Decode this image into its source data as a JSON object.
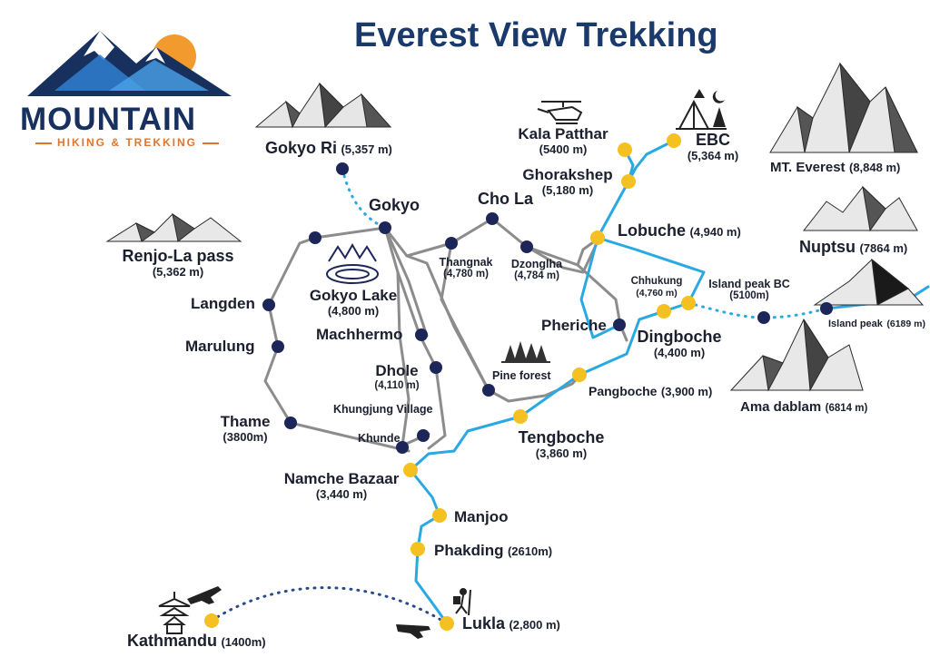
{
  "title": "Everest View Trekking",
  "logo": {
    "word": "MOUNTAIN",
    "tagline": "HIKING & TREKKING"
  },
  "colors": {
    "trek_route": "#29a9e1",
    "alt_route": "#8c8c8c",
    "major_stop": "#f5c022",
    "minor_stop": "#1c2658",
    "title": "#1a3a6b",
    "logo_accent": "#e0752c"
  },
  "icons": [
    "mountain-logo-icon",
    "helicopter-icon",
    "tent-icon",
    "moon-icon",
    "tree-icon",
    "pine-forest-icon",
    "gokyo-lake-icon",
    "airplane-icon",
    "pagoda-icon",
    "hiker-icon",
    "mountain-peak-icon"
  ],
  "places": {
    "gokyo_ri": {
      "name": "Gokyo Ri",
      "elev": "(5,357 m)"
    },
    "gokyo": {
      "name": "Gokyo"
    },
    "cho_la": {
      "name": "Cho La"
    },
    "renjo": {
      "name": "Renjo-La pass",
      "elev": "(5,362 m)"
    },
    "langden": {
      "name": "Langden"
    },
    "marulung": {
      "name": "Marulung"
    },
    "gokyo_lake": {
      "name": "Gokyo Lake",
      "elev": "(4,800 m)"
    },
    "thangnak": {
      "name": "Thangnak",
      "elev": "(4,780 m)"
    },
    "dzonglha": {
      "name": "Dzonglha",
      "elev": "(4,784 m)"
    },
    "machhermo": {
      "name": "Machhermo"
    },
    "dhole": {
      "name": "Dhole",
      "elev": "(4,110 m)"
    },
    "khungjung": {
      "name": "Khungjung Village"
    },
    "khunde": {
      "name": "Khunde"
    },
    "thame": {
      "name": "Thame",
      "elev": "(3800m)"
    },
    "namche": {
      "name": "Namche Bazaar",
      "elev": "(3,440 m)"
    },
    "manjoo": {
      "name": "Manjoo"
    },
    "phakding": {
      "name": "Phakding",
      "elev": "(2610m)"
    },
    "lukla": {
      "name": "Lukla",
      "elev": "(2,800 m)"
    },
    "kathmandu": {
      "name": "Kathmandu",
      "elev": "(1400m)"
    },
    "tengboche": {
      "name": "Tengboche",
      "elev": "(3,860 m)"
    },
    "pangboche": {
      "name": "Pangboche",
      "elev": "(3,900 m)"
    },
    "pine_forest": {
      "name": "Pine forest"
    },
    "pheriche": {
      "name": "Pheriche"
    },
    "dingboche": {
      "name": "Dingboche",
      "elev": "(4,400 m)"
    },
    "chhukung": {
      "name": "Chhukung",
      "elev": "(4,760 m)"
    },
    "island_bc": {
      "name": "Island peak BC",
      "elev": "(5100m)"
    },
    "island_peak": {
      "name": "Island peak",
      "elev": "(6189 m)"
    },
    "lobuche": {
      "name": "Lobuche",
      "elev": "(4,940 m)"
    },
    "ghorakshep": {
      "name": "Ghorakshep",
      "elev": "(5,180 m)"
    },
    "kala_patthar": {
      "name": "Kala Patthar",
      "elev": "(5400 m)"
    },
    "ebc": {
      "name": "EBC",
      "elev": "(5,364 m)"
    },
    "everest": {
      "name": "MT. Everest",
      "elev": "(8,848 m)"
    },
    "nuptse": {
      "name": "Nuptsu",
      "elev": "(7864 m)"
    },
    "ama_dablam": {
      "name": "Ama dablam",
      "elev": "(6814 m)"
    }
  }
}
